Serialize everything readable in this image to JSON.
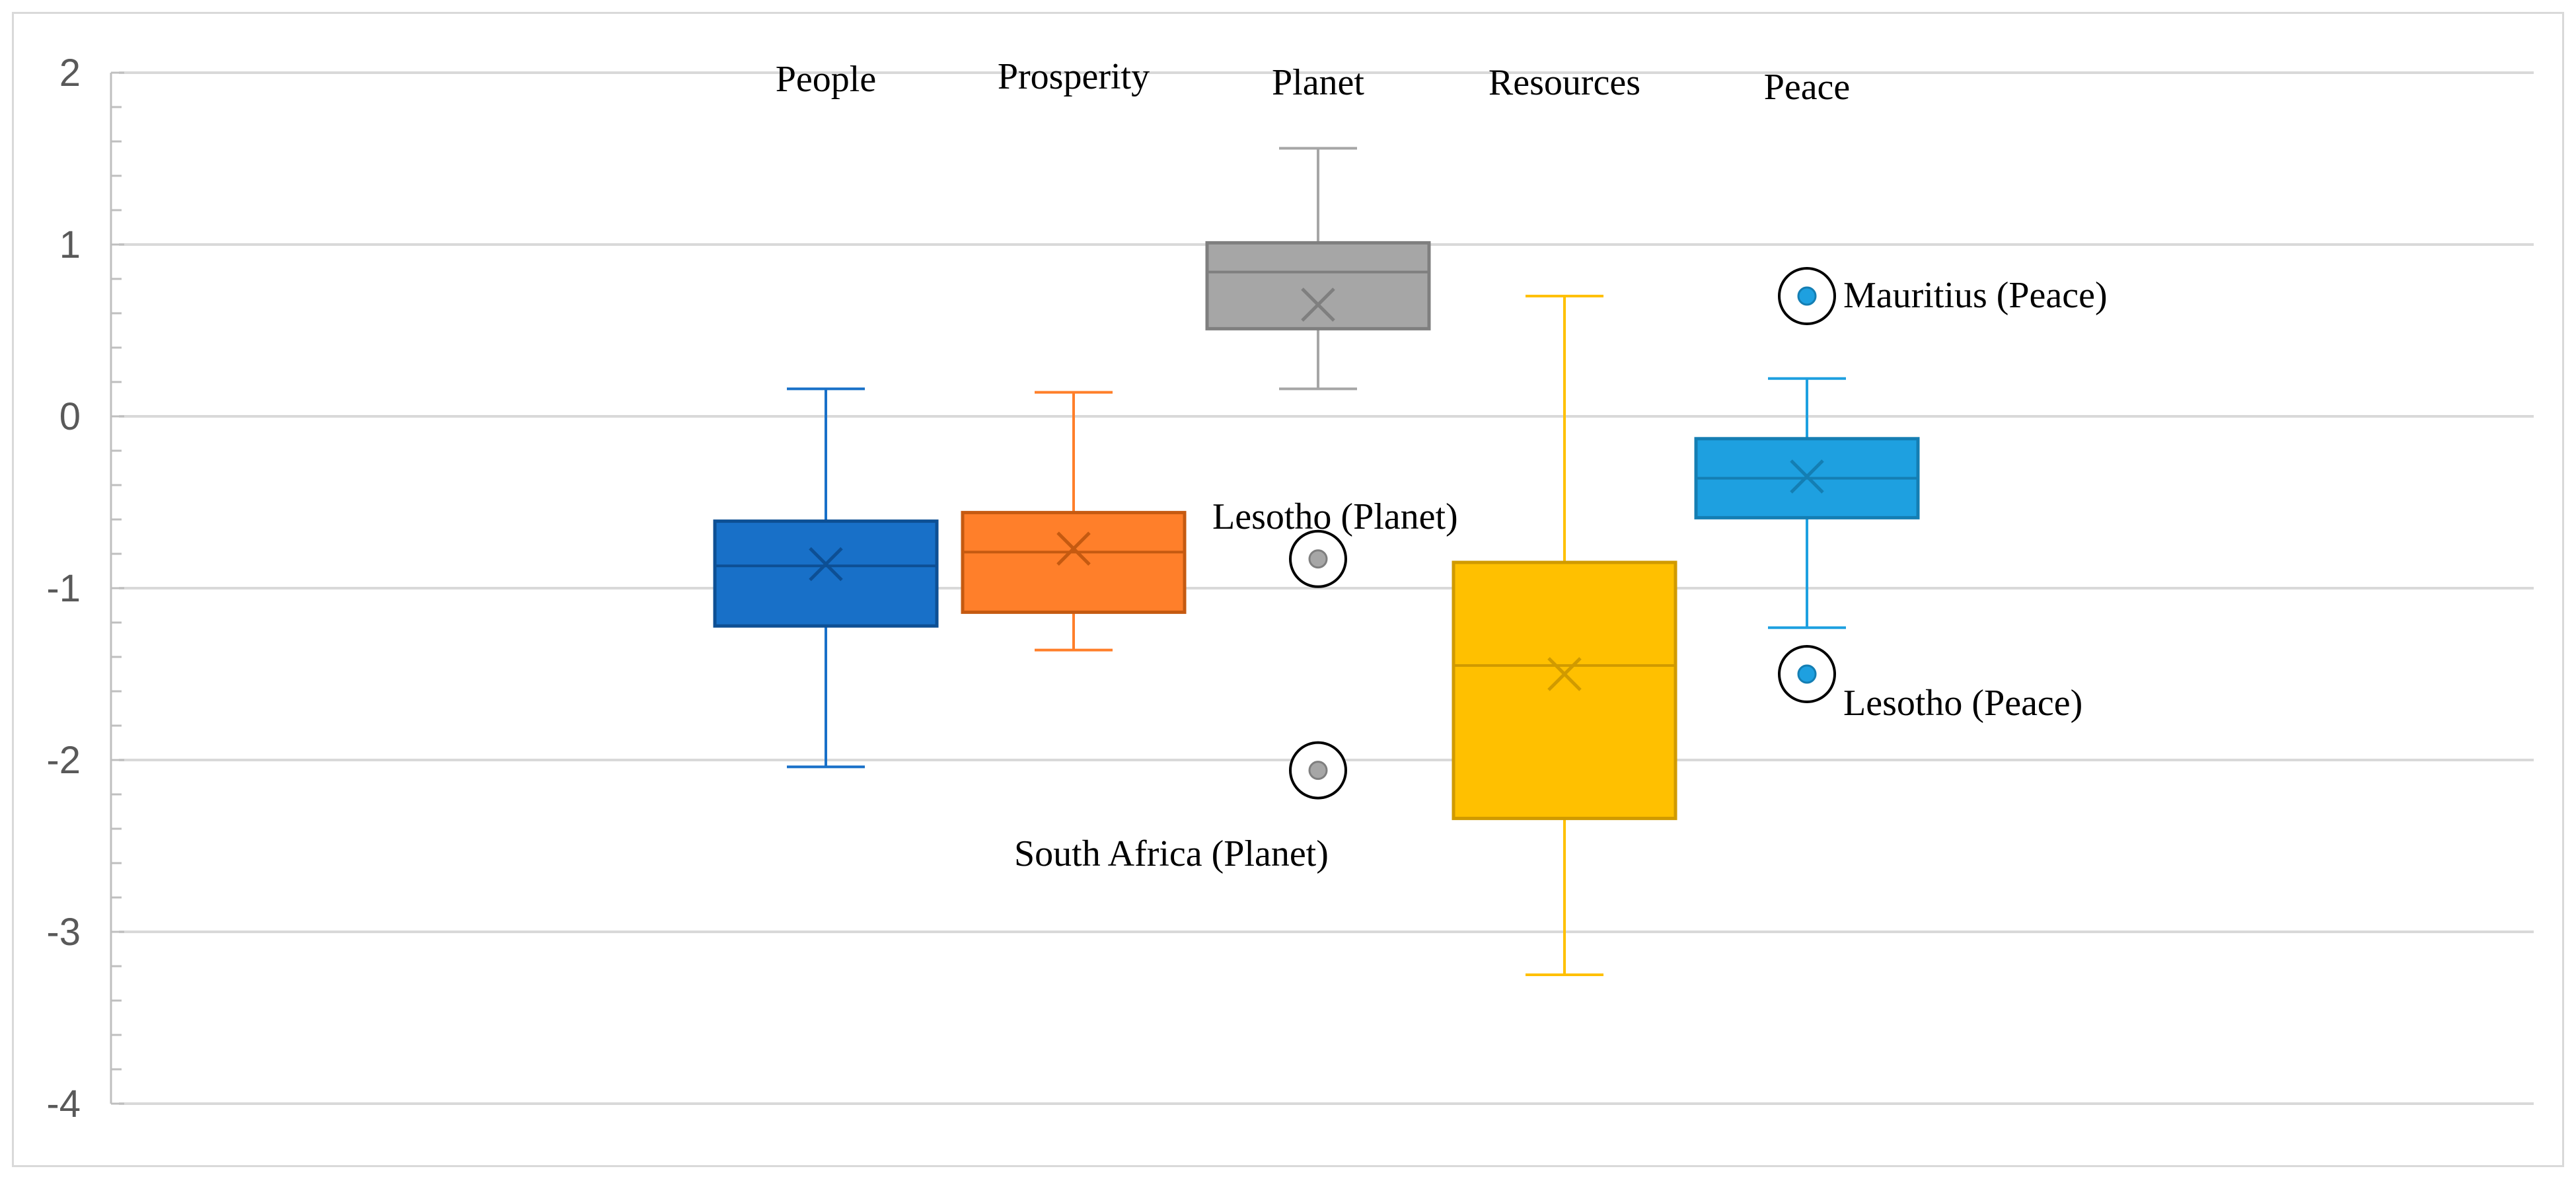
{
  "chart_data": {
    "type": "box",
    "ylim": [
      -4,
      2
    ],
    "y_ticks": [
      2,
      1,
      0,
      -1,
      -2,
      -3,
      -4
    ],
    "y_tick_labels": [
      "2",
      "1",
      "0",
      "-1",
      "-2",
      "-3",
      "-4"
    ],
    "grid": true,
    "series": [
      {
        "name": "People",
        "color": "#1870c8",
        "min": -2.04,
        "q1": -1.22,
        "median": -0.87,
        "q3": -0.61,
        "max": 0.16,
        "mean": -0.86,
        "outliers": []
      },
      {
        "name": "Prosperity",
        "color": "#ff7f2a",
        "min": -1.36,
        "q1": -1.14,
        "median": -0.79,
        "q3": -0.56,
        "max": 0.14,
        "mean": -0.77,
        "outliers": []
      },
      {
        "name": "Planet",
        "color": "#a6a6a6",
        "min": 0.16,
        "q1": 0.51,
        "median": 0.84,
        "q3": 1.01,
        "max": 1.56,
        "mean": 0.65,
        "outliers": [
          {
            "value": -0.83,
            "label": "Lesotho (Planet)"
          },
          {
            "value": -2.06,
            "label": "South Africa (Planet)"
          }
        ]
      },
      {
        "name": "Resources",
        "color": "#ffc000",
        "min": -3.25,
        "q1": -2.34,
        "median": -1.45,
        "q3": -0.85,
        "max": 0.7,
        "mean": -1.5,
        "outliers": []
      },
      {
        "name": "Peace",
        "color": "#1ea0e0",
        "min": -1.23,
        "q1": -0.59,
        "median": -0.36,
        "q3": -0.13,
        "max": 0.22,
        "mean": -0.35,
        "outliers": [
          {
            "value": 0.7,
            "label": "Mauritius (Peace)"
          },
          {
            "value": -1.5,
            "label": "Lesotho (Peace)"
          }
        ]
      }
    ]
  }
}
